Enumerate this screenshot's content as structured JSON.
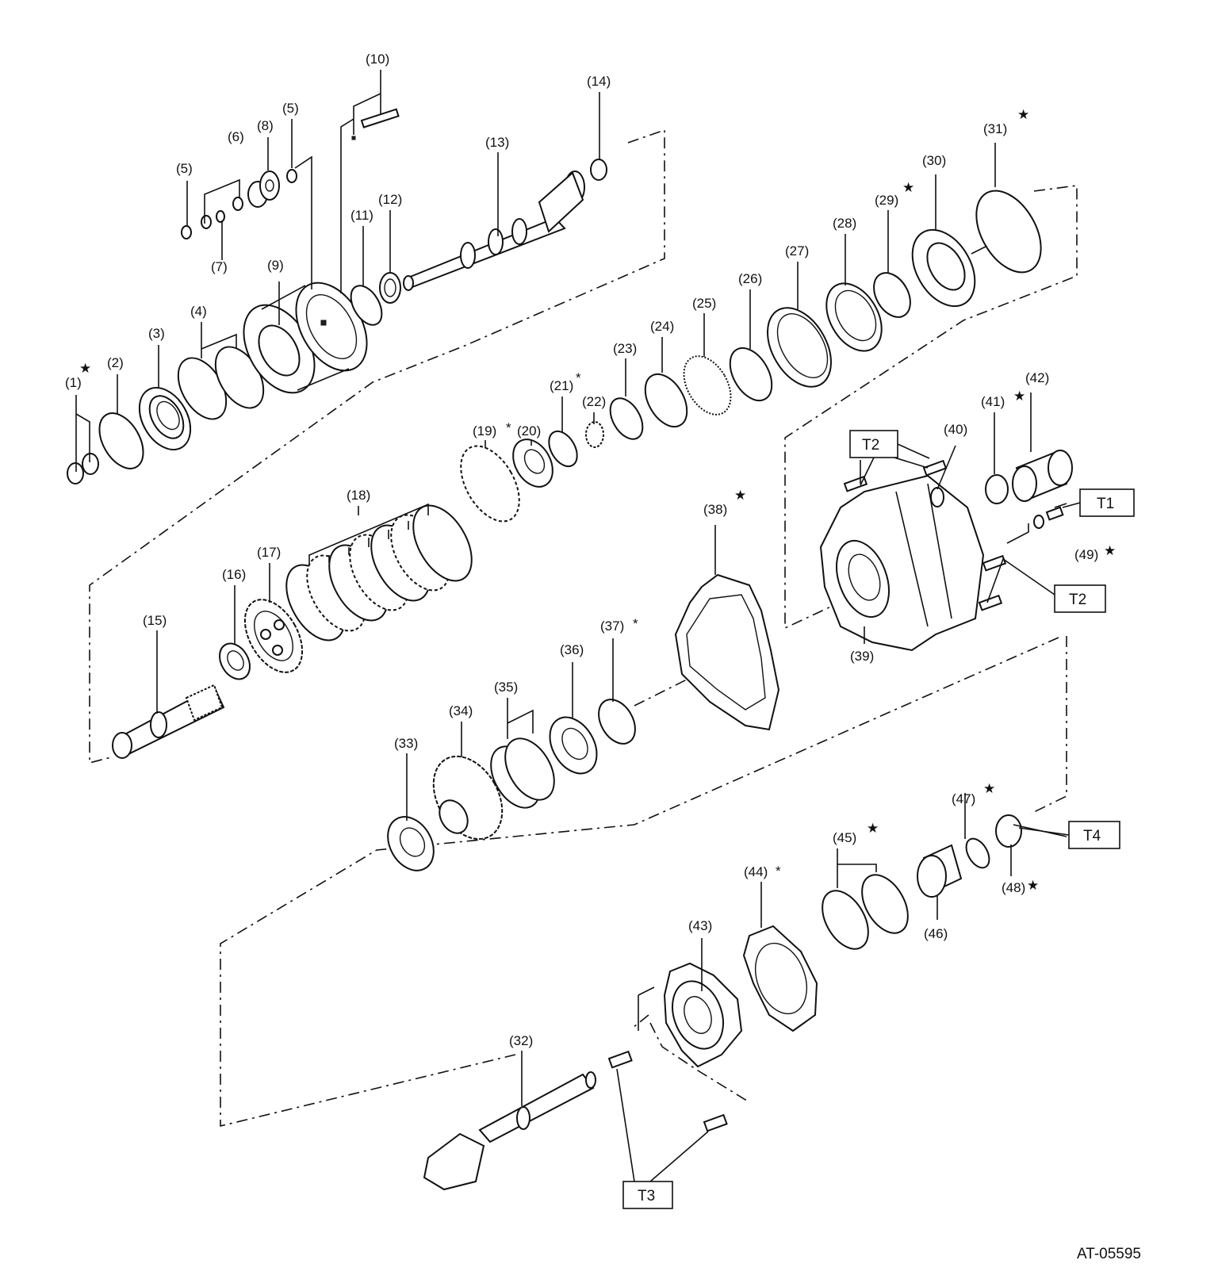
{
  "labels": {
    "p1": "(1)",
    "p2": "(2)",
    "p3": "(3)",
    "p4": "(4)",
    "p5a": "(5)",
    "p5b": "(5)",
    "p6": "(6)",
    "p7": "(7)",
    "p8": "(8)",
    "p9": "(9)",
    "p10": "(10)",
    "p11": "(11)",
    "p12": "(12)",
    "p13": "(13)",
    "p14": "(14)",
    "p15": "(15)",
    "p16": "(16)",
    "p17": "(17)",
    "p18": "(18)",
    "p19": "(19)",
    "p20": "(20)",
    "p21": "(21)",
    "p22": "(22)",
    "p23": "(23)",
    "p24": "(24)",
    "p25": "(25)",
    "p26": "(26)",
    "p27": "(27)",
    "p28": "(28)",
    "p29": "(29)",
    "p30": "(30)",
    "p31": "(31)",
    "p32": "(32)",
    "p33": "(33)",
    "p34": "(34)",
    "p35": "(35)",
    "p36": "(36)",
    "p37": "(37)",
    "p38": "(38)",
    "p39": "(39)",
    "p40": "(40)",
    "p41": "(41)",
    "p42": "(42)",
    "p43": "(43)",
    "p44": "(44)",
    "p45": "(45)",
    "p46": "(46)",
    "p47": "(47)",
    "p48": "(48)",
    "p49": "(49)"
  },
  "torque": {
    "t1": "T1",
    "t2a": "T2",
    "t2b": "T2",
    "t3": "T3",
    "t4": "T4"
  },
  "symbols": {
    "star": "★",
    "asterisk": "*"
  },
  "figure_code": "AT-05595"
}
